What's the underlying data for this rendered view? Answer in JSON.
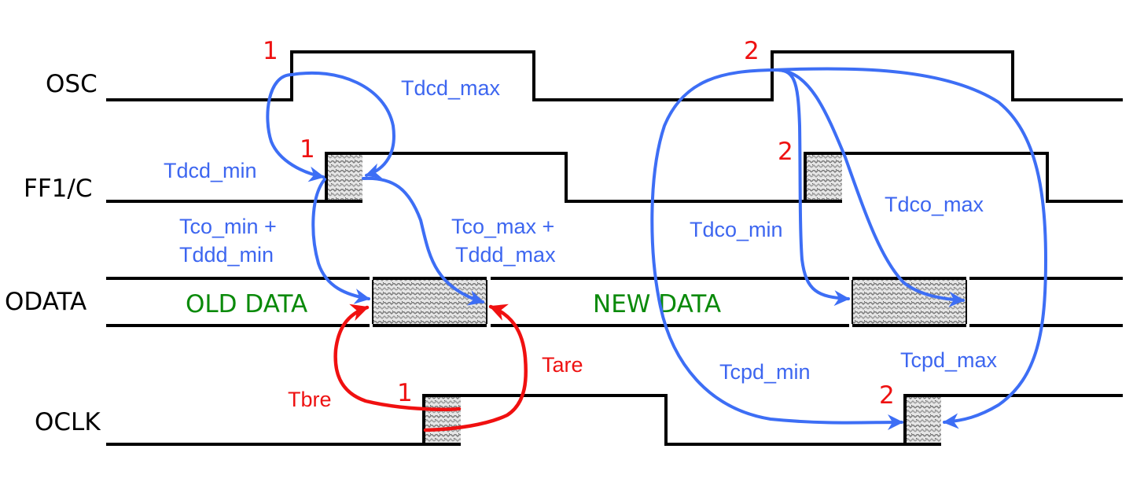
{
  "diagram": {
    "type": "timing-diagram",
    "signals": [
      {
        "id": "osc",
        "label": "OSC"
      },
      {
        "id": "ff1c",
        "label": "FF1/C"
      },
      {
        "id": "odata",
        "label": "ODATA"
      },
      {
        "id": "oclk",
        "label": "OCLK"
      }
    ],
    "edge_markers": {
      "osc_edge_1": "1",
      "osc_edge_2": "2",
      "ff1c_edge_1": "1",
      "ff1c_edge_2": "2",
      "oclk_edge_1": "1",
      "oclk_edge_2": "2"
    },
    "data_states": {
      "old": "OLD DATA",
      "new": "NEW DATA"
    },
    "timing_labels": {
      "tdcd_max": "Tdcd_max",
      "tdcd_min": "Tdcd_min",
      "tco_min_line1": "Tco_min +",
      "tco_min_line2": "Tddd_min",
      "tco_max_line1": "Tco_max +",
      "tco_max_line2": "Tddd_max",
      "tdco_min": "Tdco_min",
      "tdco_max": "Tdco_max",
      "tcpd_min": "Tcpd_min",
      "tcpd_max": "Tcpd_max",
      "tbre": "Tbre",
      "tare": "Tare"
    },
    "colors": {
      "derived_timing": "#3d6ef5",
      "constraint_timing": "#f01010",
      "data_state_text": "#0a8a0a",
      "waveform": "#000000"
    }
  }
}
